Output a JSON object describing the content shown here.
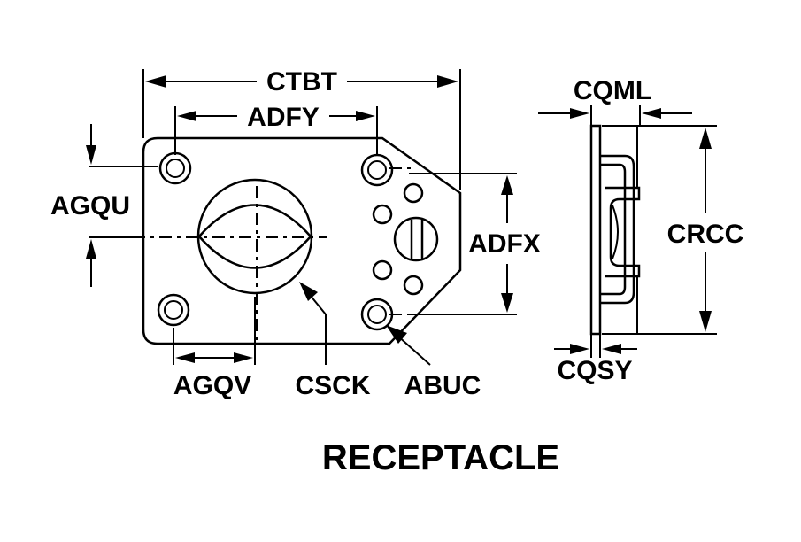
{
  "diagram": {
    "title": "RECEPTACLE",
    "dimensions": {
      "ctbt": "CTBT",
      "adfy": "ADFY",
      "agqu": "AGQU",
      "adfx": "ADFX",
      "agqv": "AGQV",
      "csck": "CSCK",
      "abuc": "ABUC",
      "cqml": "CQML",
      "crcc": "CRCC",
      "cqsy": "CQSY"
    }
  }
}
